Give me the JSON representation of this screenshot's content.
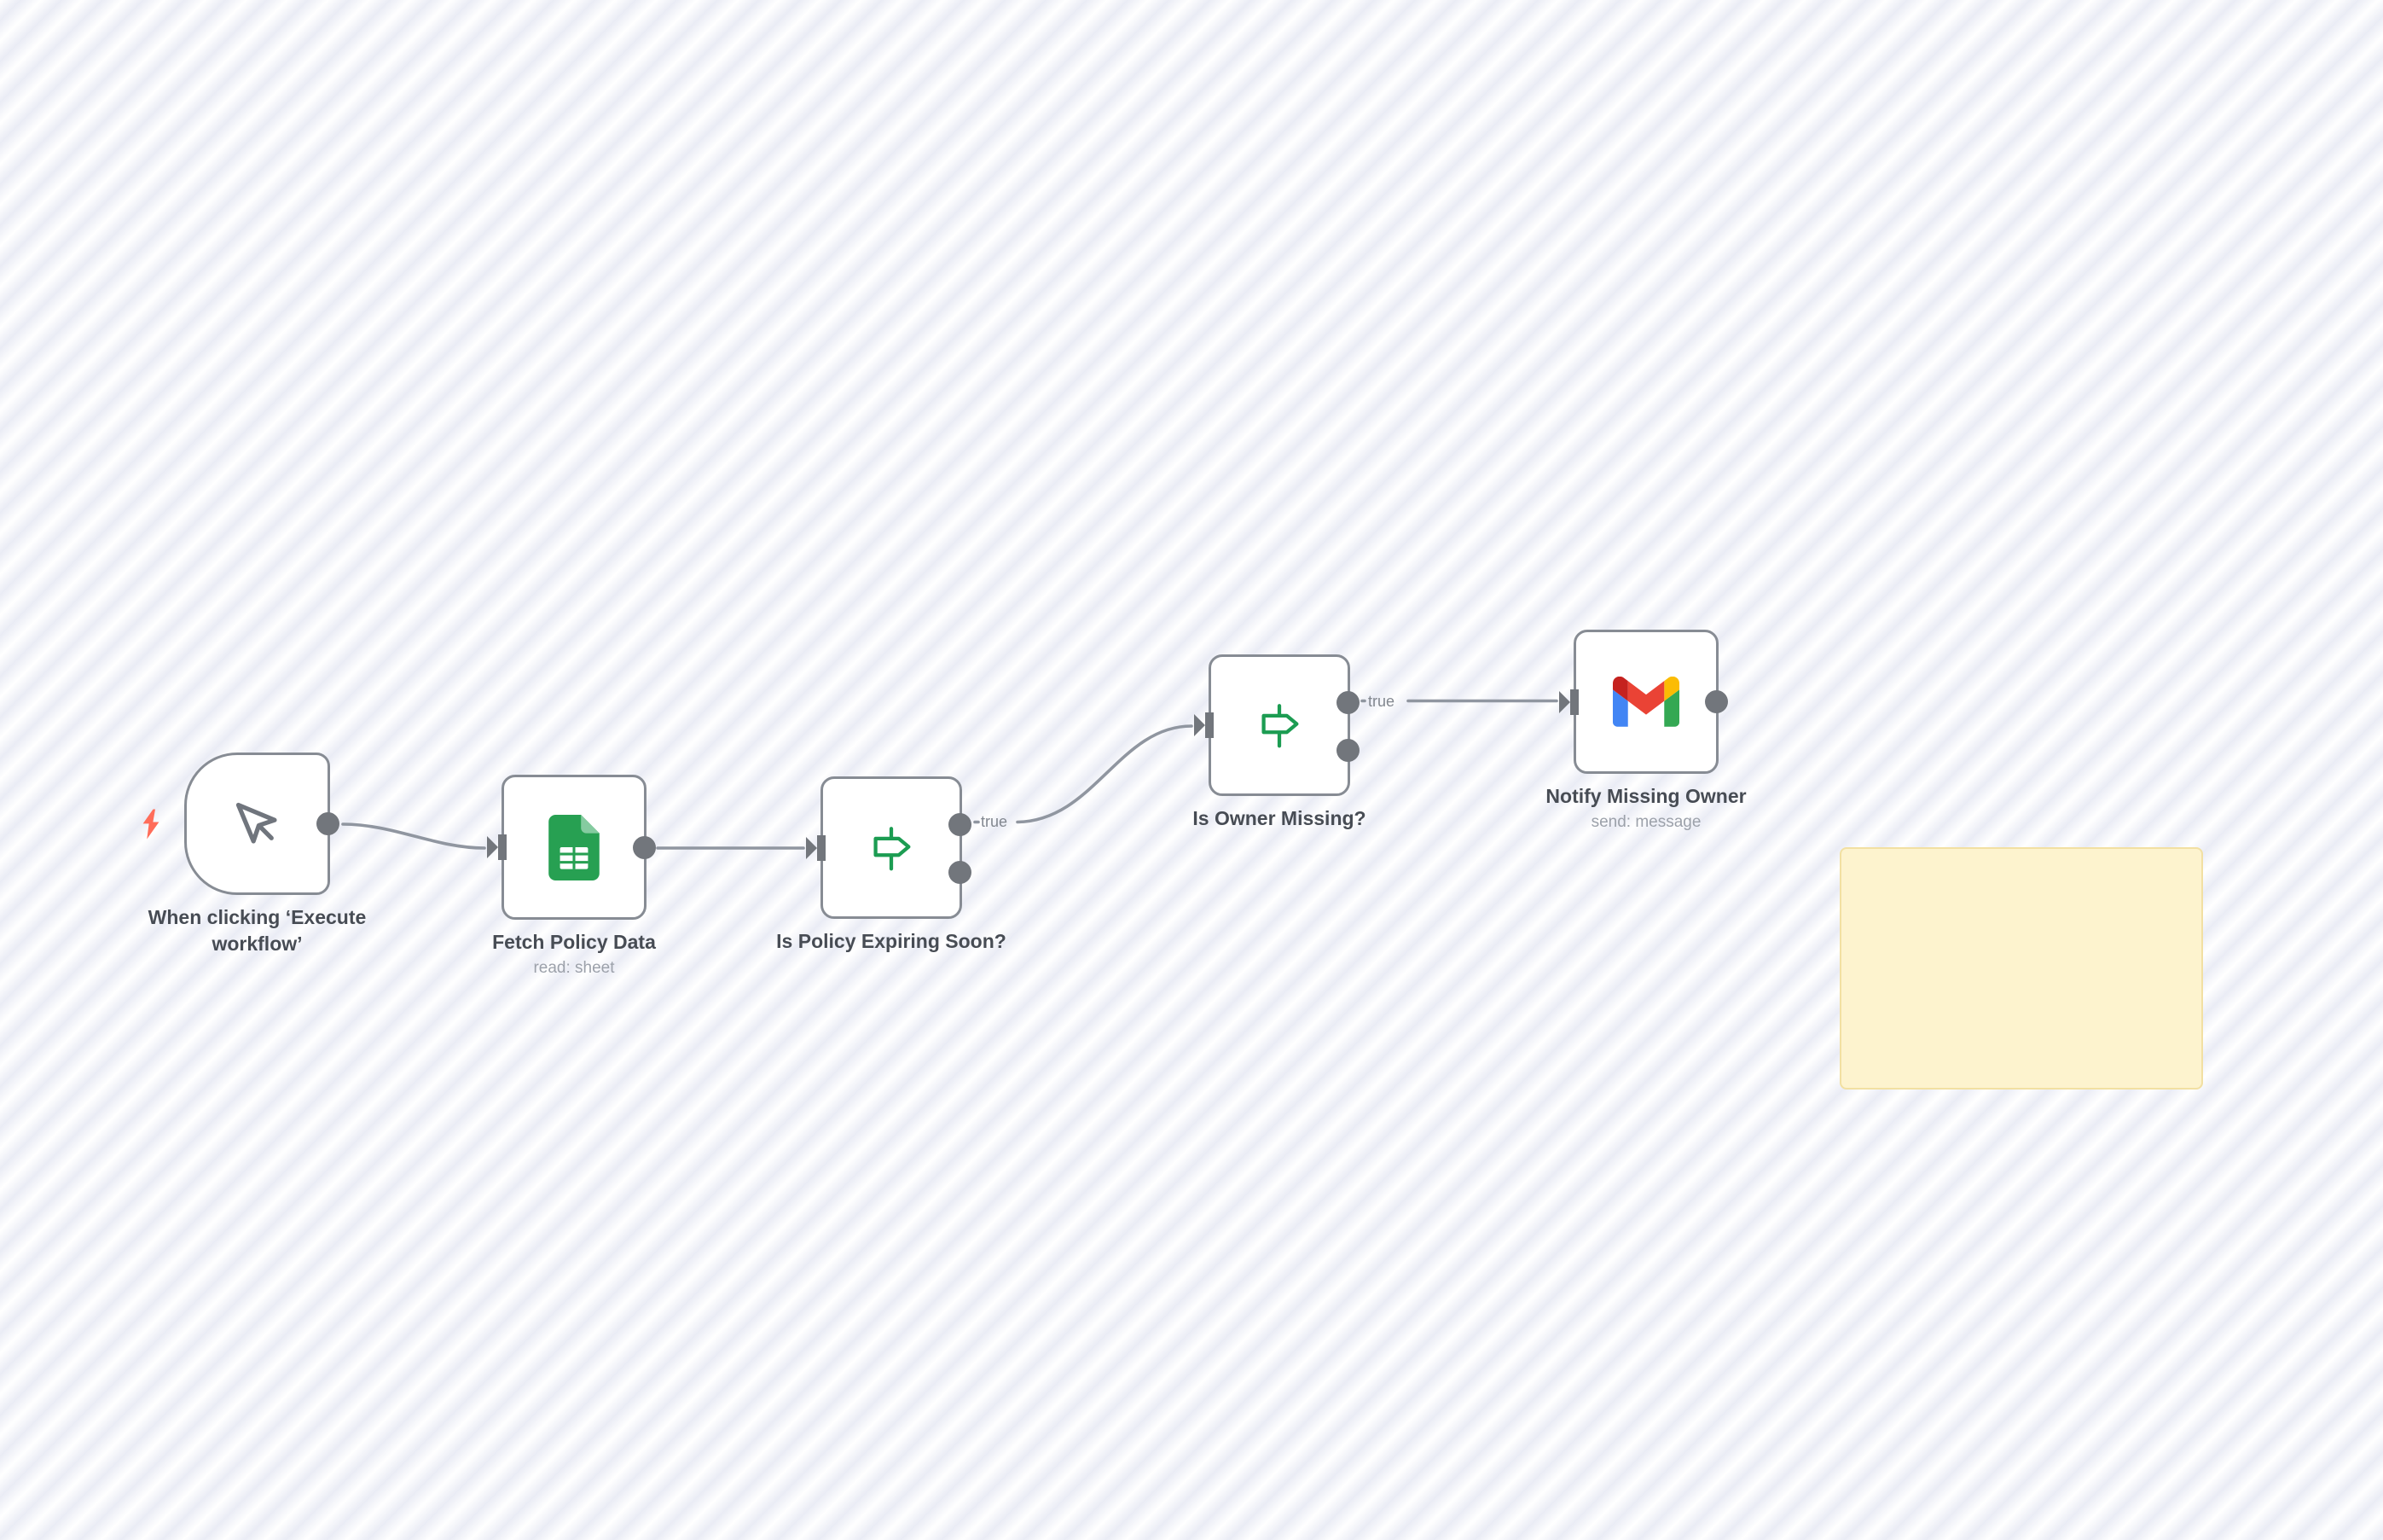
{
  "app": {
    "name": "workflow canvas"
  },
  "workflow": {
    "nodes": [
      {
        "name": "When clicking ‘Execute workflow’",
        "subtitle": "",
        "type": "manual-trigger",
        "icon": "cursor-icon"
      },
      {
        "name": "Fetch Policy Data",
        "subtitle": "read: sheet",
        "type": "google-sheets",
        "icon": "google-sheets-icon"
      },
      {
        "name": "Is Policy Expiring Soon?",
        "subtitle": "",
        "type": "if",
        "icon": "signpost-icon",
        "visible_output_label": "true"
      },
      {
        "name": "Is Owner Missing?",
        "subtitle": "",
        "type": "if",
        "icon": "signpost-icon",
        "visible_output_label": "true"
      },
      {
        "name": "Notify Missing Owner",
        "subtitle": "send: message",
        "type": "gmail",
        "icon": "gmail-icon"
      }
    ],
    "connections": [
      {
        "from": "When clicking ‘Execute workflow’",
        "to": "Fetch Policy Data",
        "label": ""
      },
      {
        "from": "Fetch Policy Data",
        "to": "Is Policy Expiring Soon?",
        "label": ""
      },
      {
        "from": "Is Policy Expiring Soon?",
        "to": "Is Owner Missing?",
        "label": "true"
      },
      {
        "from": "Is Owner Missing?",
        "to": "Notify Missing Owner",
        "label": "true"
      }
    ],
    "sticky_note": {
      "text": ""
    }
  },
  "colors": {
    "canvas_stripe": "#eaecf5",
    "node_border": "#878c94",
    "port_gray": "#72767c",
    "wire_gray": "#9096a0",
    "title_text": "#474c54",
    "subtitle_text": "#9ca1aa",
    "trigger_bolt": "#ff6d5a",
    "if_green": "#1c9c52",
    "sheets_green": "#27a052",
    "sheets_fold": "#85cba0",
    "gmail_red": "#ea4335",
    "gmail_blue": "#4285f4",
    "gmail_green": "#34a853",
    "gmail_yellow": "#fbbc04",
    "sticky_bg": "#fdf3ce",
    "sticky_border": "#f2e0a2"
  }
}
